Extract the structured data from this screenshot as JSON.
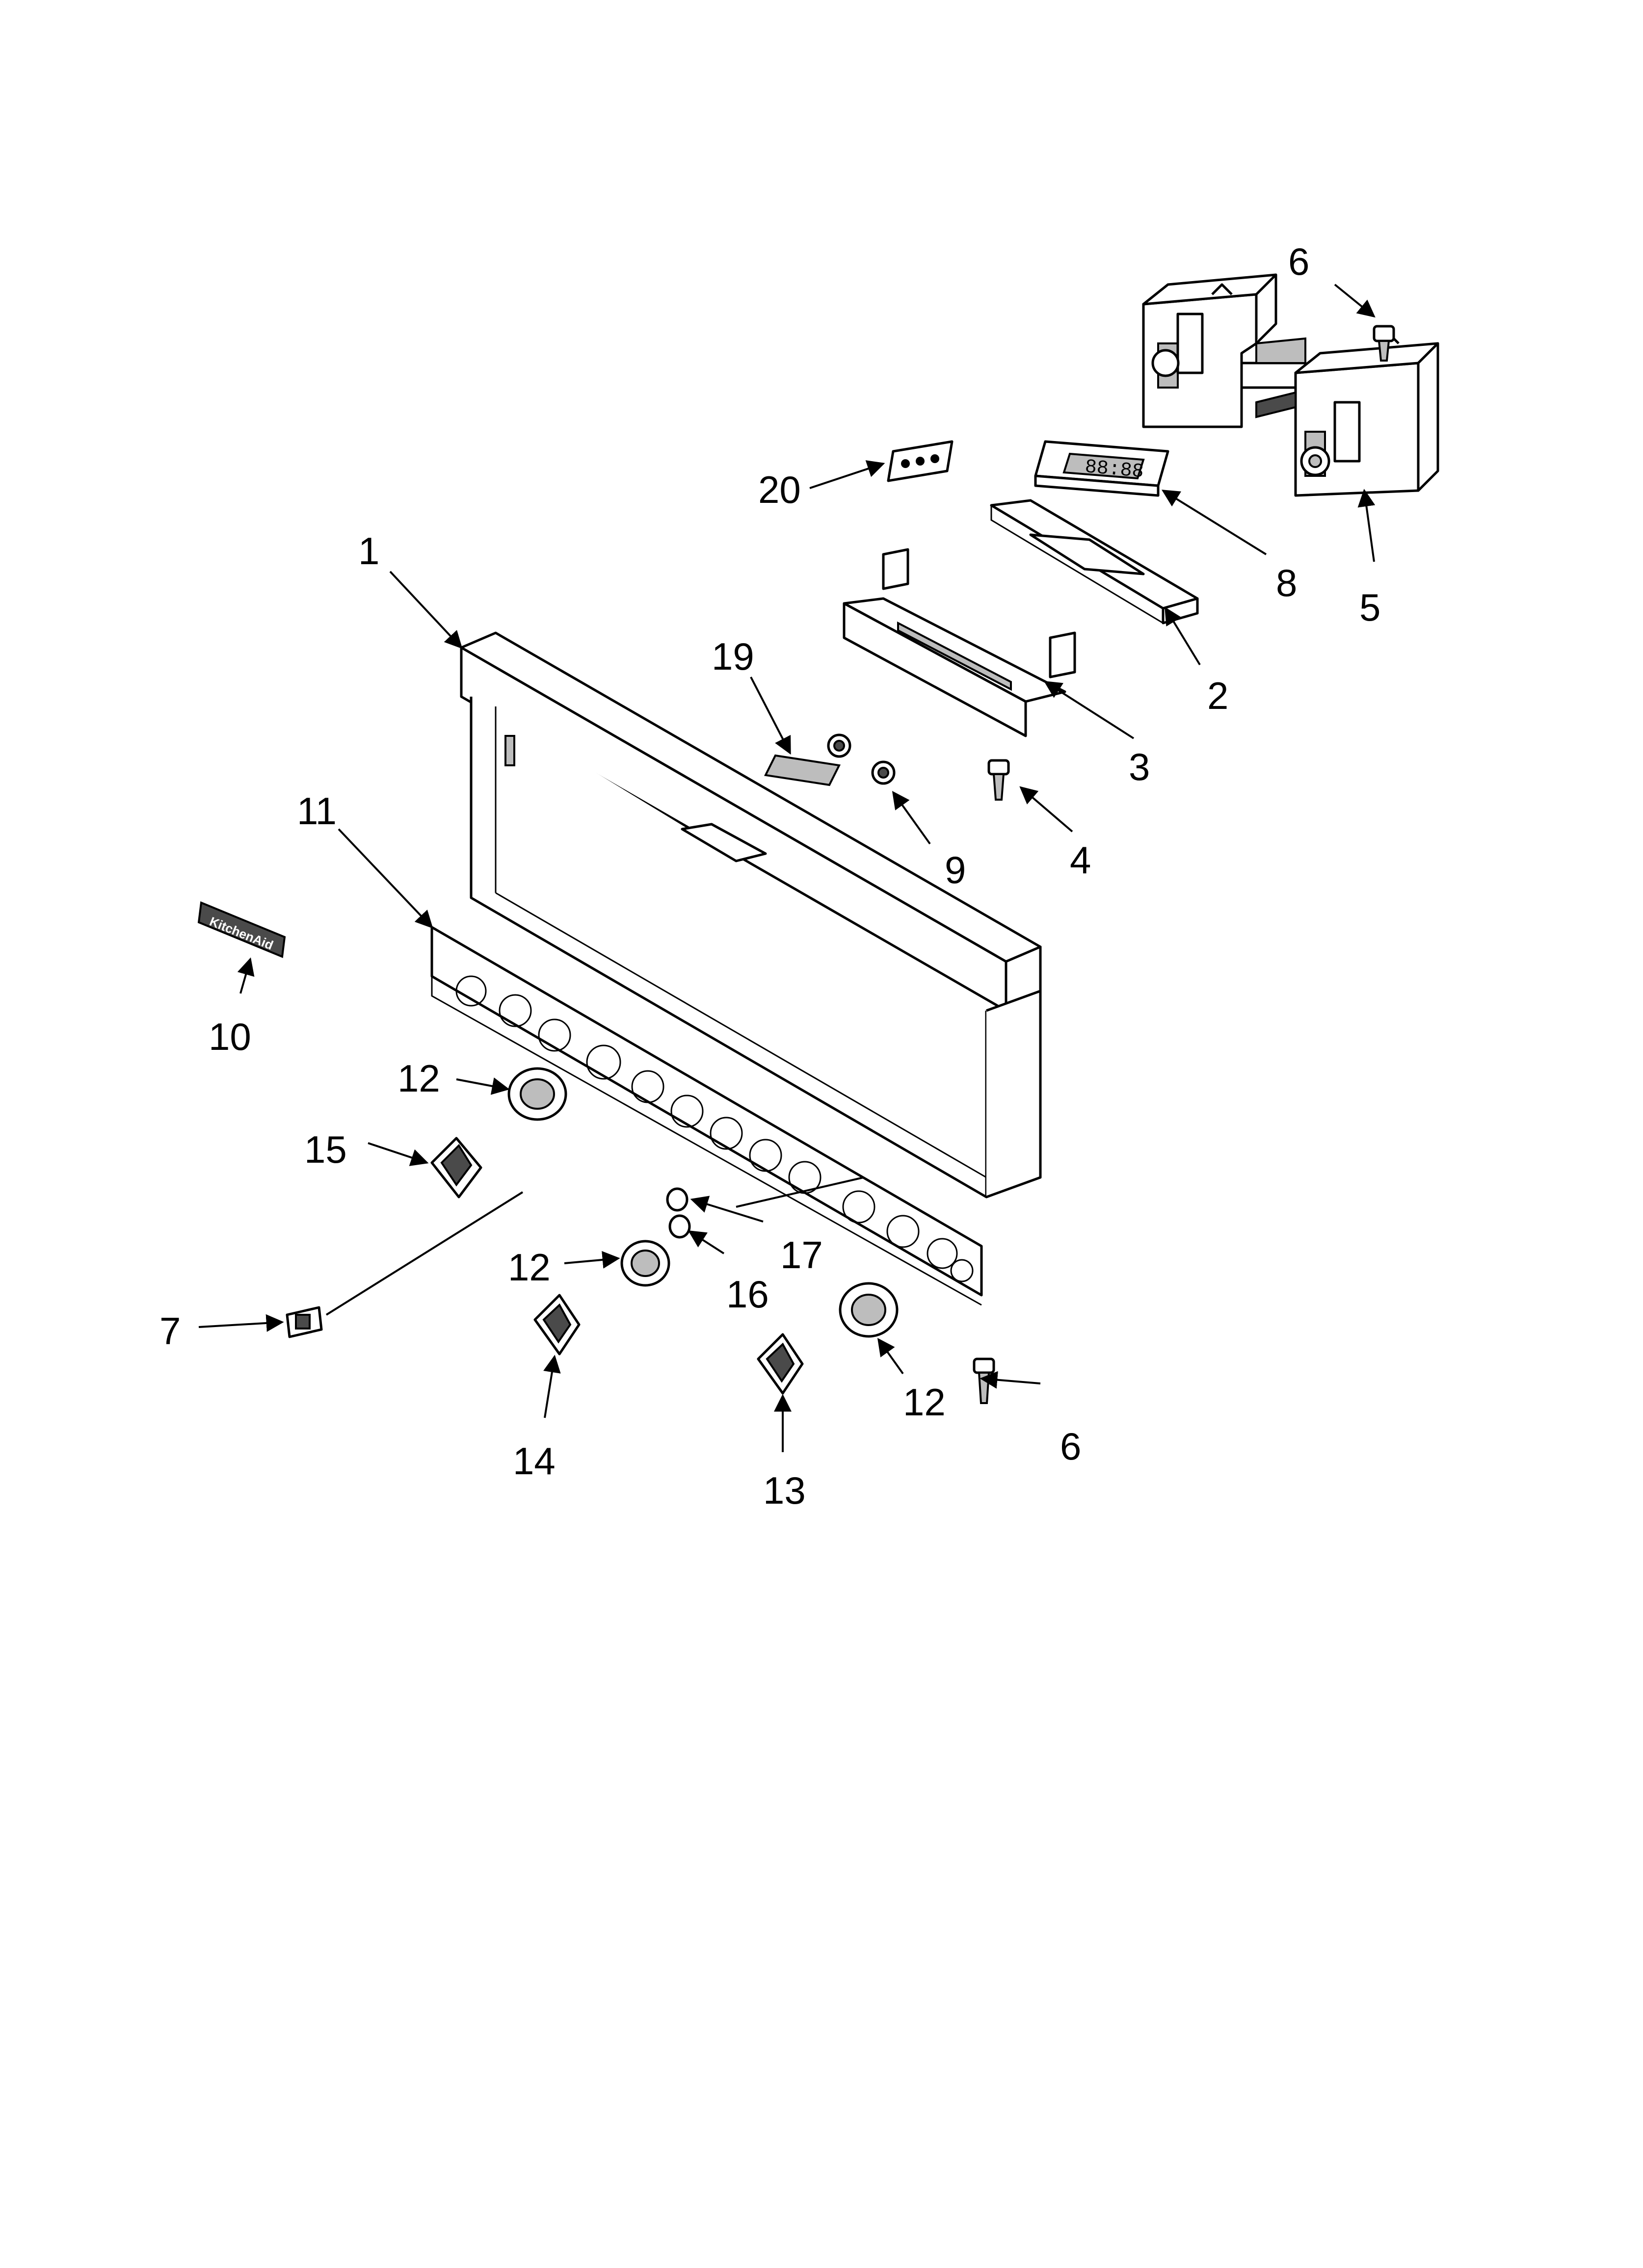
{
  "diagram": {
    "callouts": {
      "c1": "1",
      "c2": "2",
      "c3": "3",
      "c4": "4",
      "c5": "5",
      "c6a": "6",
      "c6b": "6",
      "c7": "7",
      "c8": "8",
      "c9": "9",
      "c10": "10",
      "c11": "11",
      "c12a": "12",
      "c12b": "12",
      "c12c": "12",
      "c13": "13",
      "c14": "14",
      "c15": "15",
      "c16": "16",
      "c17": "17",
      "c19": "19",
      "c20": "20"
    },
    "display_readout": "88:88",
    "badge_text": "KitchenAid"
  }
}
